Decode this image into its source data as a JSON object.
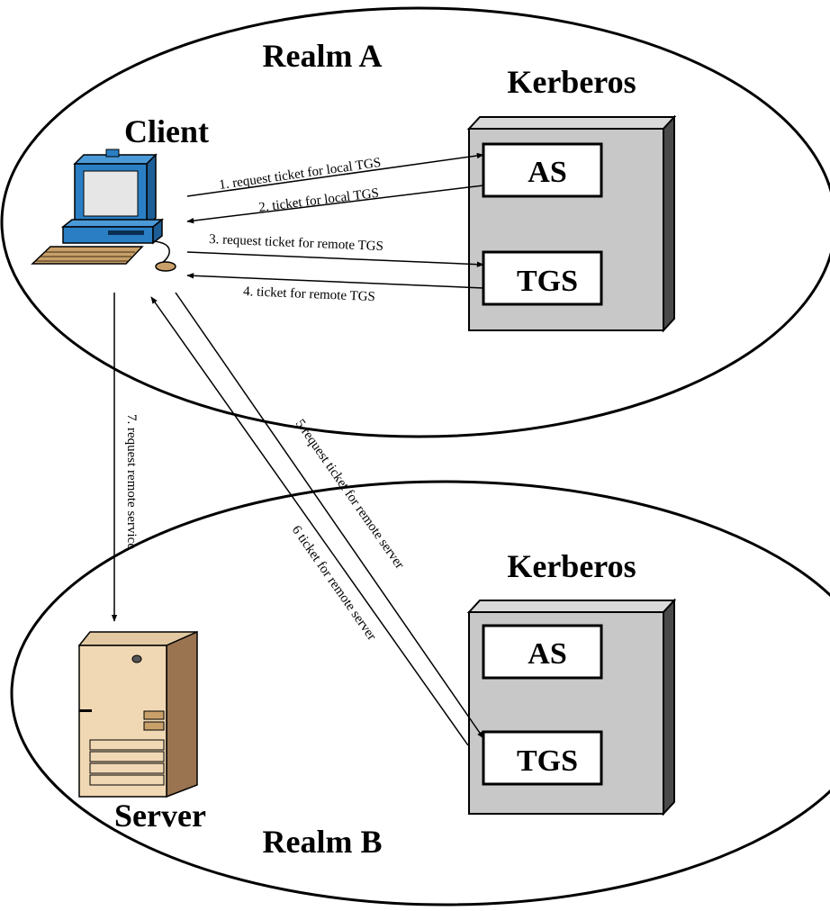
{
  "realm_a": {
    "label": "Realm A",
    "kerberos_label": "Kerberos",
    "client_label": "Client",
    "as_label": "AS",
    "tgs_label": "TGS"
  },
  "realm_b": {
    "label": "Realm B",
    "kerberos_label": "Kerberos",
    "server_label": "Server",
    "as_label": "AS",
    "tgs_label": "TGS"
  },
  "messages": {
    "m1": "1. request ticket for local TGS",
    "m2": "2. ticket for local TGS",
    "m3": "3. request ticket for remote TGS",
    "m4": "4. ticket for remote TGS",
    "m5": "5 request ticket for remote server",
    "m6": "6 ticket for remote server",
    "m7": "7. request remote service"
  }
}
